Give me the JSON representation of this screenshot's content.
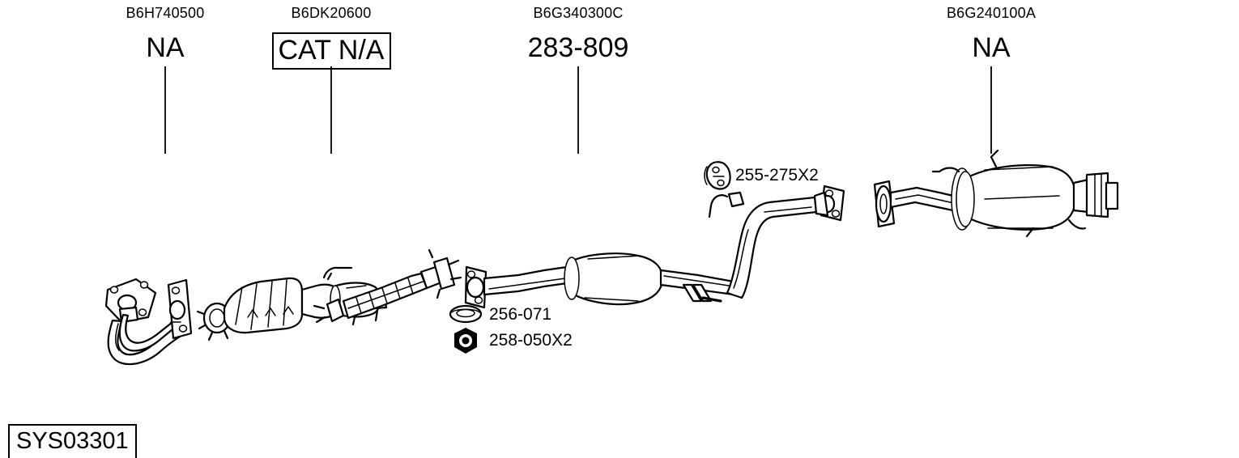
{
  "diagram": {
    "system_id": "SYS03301",
    "title_parts": [
      {
        "code": "B6H740500",
        "value": "NA",
        "boxed": false,
        "name": "front-pipe"
      },
      {
        "code": "B6DK20600",
        "value": "CAT N/A",
        "boxed": true,
        "name": "catalytic-converter"
      },
      {
        "code": "B6G340300C",
        "value": "283-809",
        "boxed": false,
        "name": "centre-pipe"
      },
      {
        "code": "B6G240100A",
        "value": "NA",
        "boxed": false,
        "name": "rear-silencer"
      }
    ],
    "small_parts": [
      {
        "ref": "255-275X2",
        "icon": "rubber-hanger-icon"
      },
      {
        "ref": "256-071",
        "icon": "gasket-ring-icon"
      },
      {
        "ref": "258-050X2",
        "icon": "hex-nut-icon"
      }
    ],
    "colors": {
      "ink": "#000000",
      "paper": "#ffffff",
      "fill_light": "#f2f2f2"
    }
  }
}
